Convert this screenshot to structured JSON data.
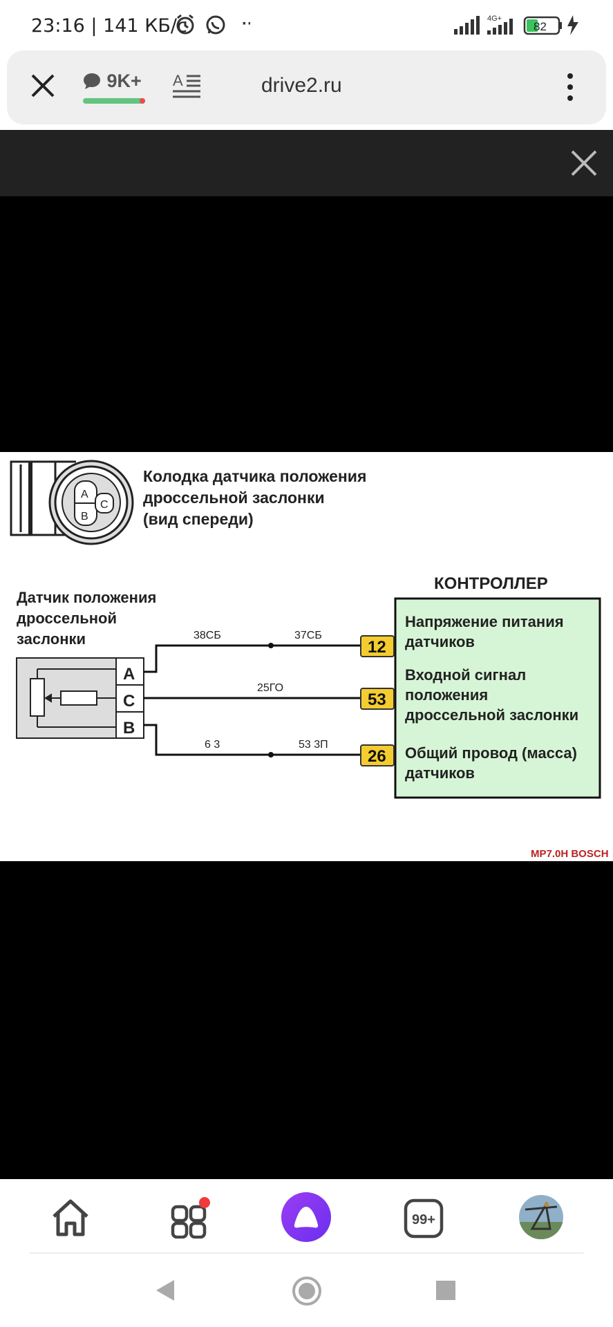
{
  "status": {
    "time_speed": "23:16 | 141 КБ/с",
    "more": "··",
    "network": "4G+",
    "battery": "82"
  },
  "toolbar": {
    "comments_count": "9K+",
    "url": "drive2.ru"
  },
  "diagram": {
    "connector_title": [
      "Колодка датчика положения",
      "дроссельной заслонки",
      "(вид спереди)"
    ],
    "connector_pins": [
      "A",
      "B",
      "C"
    ],
    "sensor_label": [
      "Датчик положения",
      "дроссельной",
      "заслонки"
    ],
    "sensor_pins": [
      "A",
      "C",
      "B"
    ],
    "controller_title": "КОНТРОЛЛЕР",
    "wires": {
      "a_left": "38СБ",
      "a_right": "37СБ",
      "c_mid": "25ГО",
      "b_left": "6 3",
      "b_right": "53 3П"
    },
    "controller_pins": [
      "12",
      "53",
      "26"
    ],
    "controller_desc": {
      "pin12": [
        "Напряжение питания",
        "датчиков"
      ],
      "pin53": [
        "Входной сигнал",
        "положения",
        "дроссельной заслонки"
      ],
      "pin26": [
        "Общий провод (масса)",
        "датчиков"
      ]
    },
    "watermark": "MP7.0H BOSCH"
  },
  "bottom_nav": {
    "tabs_badge": "99+"
  },
  "colors": {
    "accent": "#7b3ff2",
    "controller_fill": "#d6f5d6",
    "pin_fill": "#f5cc2f",
    "dark_panel": "#222222"
  }
}
